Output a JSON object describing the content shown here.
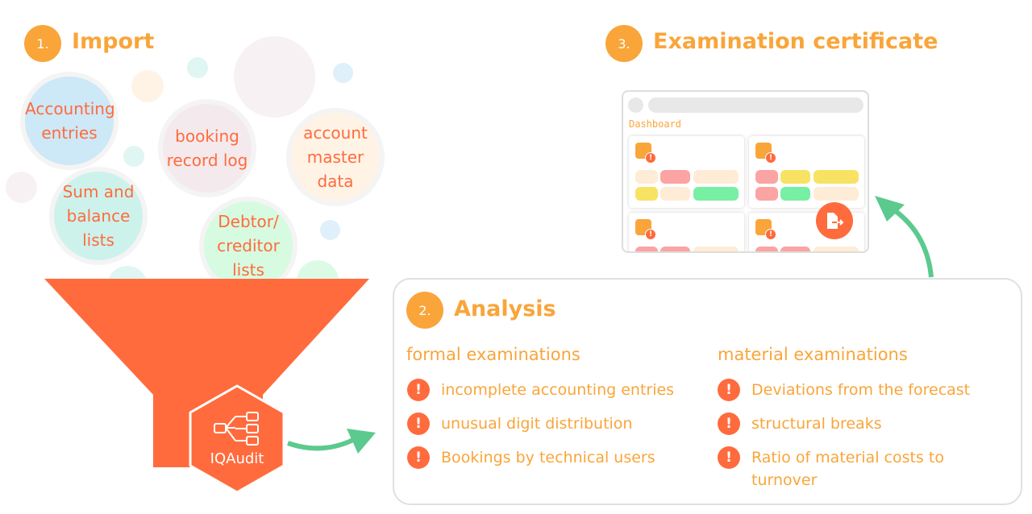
{
  "import": {
    "number": "1.",
    "title": "Import",
    "sources": [
      "Accounting entries",
      "booking record log",
      "account master data",
      "Sum and balance lists",
      "Debtor/ creditor lists"
    ]
  },
  "logo": {
    "label": "IQAudit"
  },
  "certificate": {
    "number": "3.",
    "title": "Examination certificate",
    "dashboard_label": "Dashboard"
  },
  "analysis": {
    "number": "2.",
    "title": "Analysis",
    "formal": {
      "heading": "formal examinations",
      "items": [
        "incomplete accounting entries",
        "unusual digit distribution",
        "Bookings by technical users"
      ]
    },
    "material": {
      "heading": "material examinations",
      "items": [
        "Deviations from the forecast",
        "structural breaks",
        "Ratio of material costs to turnover"
      ]
    },
    "warning_glyph": "!"
  },
  "colors": {
    "accent": "#ff6b3d",
    "heading": "#f9a53a",
    "arrow": "#5cc98e"
  }
}
